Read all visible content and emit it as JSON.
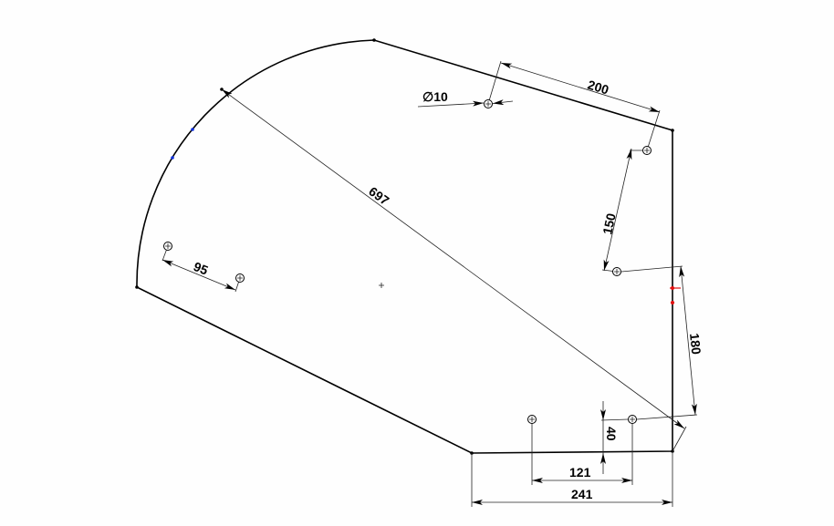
{
  "drawing": {
    "dimensions": {
      "diameter": "∅10",
      "d200": "200",
      "d697": "697",
      "d150": "150",
      "d180": "180",
      "d95": "95",
      "d40": "40",
      "d121": "121",
      "d241": "241"
    },
    "colors": {
      "line": "#000000",
      "constraint_red": "#e01010",
      "point_blue": "#1030e0"
    }
  }
}
